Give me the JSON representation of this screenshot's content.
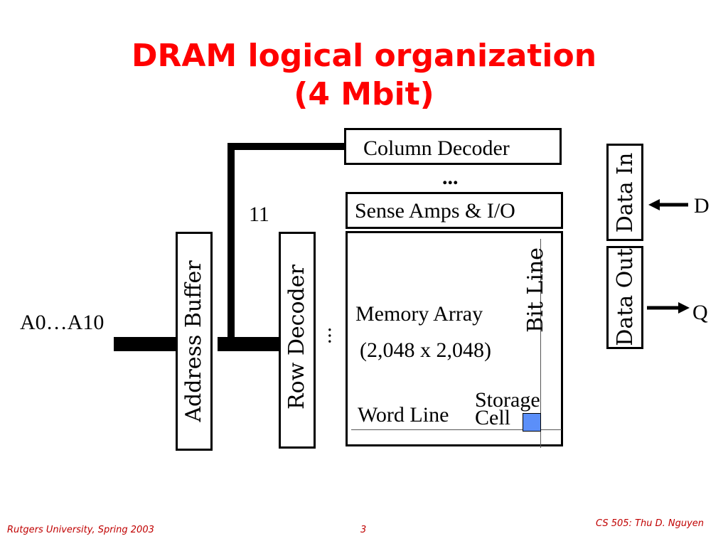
{
  "slide": {
    "title_line1": "DRAM logical organization",
    "title_line2": "(4 Mbit)"
  },
  "diagram": {
    "column_decoder": "Column Decoder",
    "ellipsis_top": "...",
    "sense_amps": "Sense Amps & I/O",
    "bus_width": "11",
    "address_buffer": "Address Buffer",
    "row_decoder": "Row Decoder",
    "ellipsis_side": "...",
    "address_input": "A0…A10",
    "memory_array": "Memory Array",
    "array_size": "(2,048 x 2,048)",
    "bit_line": "Bit Line",
    "storage_line1": "Storage",
    "storage_line2": "Cell",
    "word_line": "Word Line",
    "data_in": "Data In",
    "data_out": "Data Out",
    "d_label": "D",
    "q_label": "Q",
    "storage_cell_color": "#5b8ff9"
  },
  "footer": {
    "left": "Rutgers University, Spring 2003",
    "page": "3",
    "right": "CS 505: Thu D. Nguyen"
  }
}
